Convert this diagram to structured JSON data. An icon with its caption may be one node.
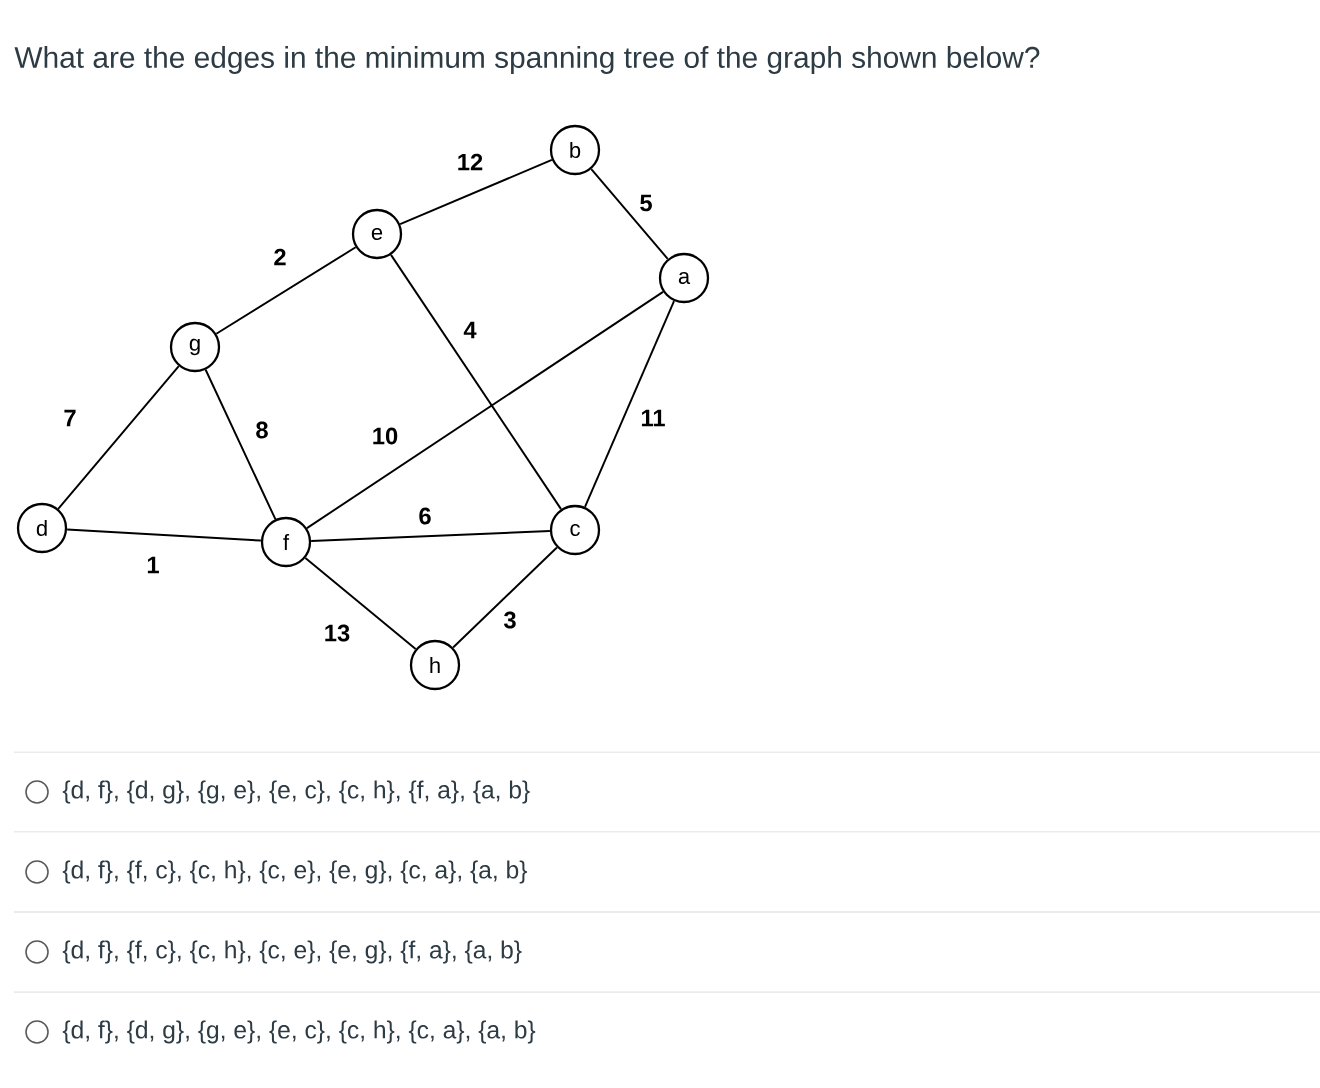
{
  "diagram": {
    "title": "What are the edges in the minimum spanning tree of the graph shown below?",
    "nodes": [
      {
        "text": [
          "b"
        ]
      },
      {
        "text": [
          "e"
        ]
      },
      {
        "text": [
          "a"
        ]
      },
      {
        "text": [
          "g"
        ]
      },
      {
        "text": [
          "d"
        ]
      },
      {
        "text": [
          "f"
        ]
      },
      {
        "text": [
          "c"
        ]
      },
      {
        "text": [
          "h"
        ]
      }
    ],
    "edges": [
      {
        "from": 1,
        "to": 0,
        "arrow": "none",
        "label": "12"
      },
      {
        "from": 0,
        "to": 2,
        "arrow": "none",
        "label": "5"
      },
      {
        "from": 3,
        "to": 1,
        "arrow": "none",
        "label": "2"
      },
      {
        "from": 1,
        "to": 6,
        "arrow": "none",
        "label": "4"
      },
      {
        "from": 4,
        "to": 3,
        "arrow": "none",
        "label": "7"
      },
      {
        "from": 3,
        "to": 5,
        "arrow": "none",
        "label": "8"
      },
      {
        "from": 5,
        "to": 2,
        "arrow": "none",
        "label": "10"
      },
      {
        "from": 2,
        "to": 6,
        "arrow": "none",
        "label": "11"
      },
      {
        "from": 4,
        "to": 5,
        "arrow": "none",
        "label": "1"
      },
      {
        "from": 5,
        "to": 6,
        "arrow": "none",
        "label": "6"
      },
      {
        "from": 5,
        "to": 7,
        "arrow": "none",
        "label": "13"
      },
      {
        "from": 7,
        "to": 6,
        "arrow": "none",
        "label": "3"
      }
    ],
    "labels": [
      "{d, f}, {d, g}, {g, e}, {e, c}, {c, h}, {f, a}, {a, b}",
      "{d, f}, {f, c}, {c, h}, {c, e}, {e, g}, {c, a}, {a, b}",
      "{d, f}, {f, c}, {c, h}, {c, e}, {e, g}, {f, a}, {a, b}",
      "{d, f}, {d, g}, {g, e}, {e, c}, {c, h}, {c, a}, {a, b}"
    ]
  }
}
